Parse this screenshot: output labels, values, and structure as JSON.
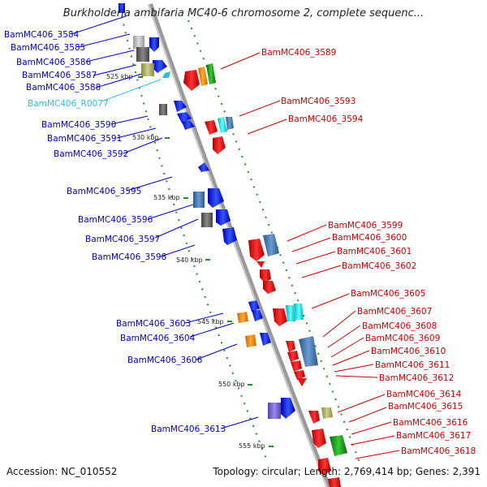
{
  "title": "Burkholderia ambifaria MC40-6 chromosome 2, complete sequenc...",
  "footer": {
    "accession": "Accession: NC_010552",
    "stats": "Topology: circular; Length: 2,769,414 bp; Genes: 2,391"
  },
  "colors": {
    "left_label": "#0000cc",
    "right_label": "#cc0000",
    "rna_label": "#33bbdd",
    "backbone": "#999999",
    "dots": "#2a8a2a"
  },
  "kbp_marks": [
    "525 kbp",
    "530 kbp",
    "535 kbp",
    "540 kbp",
    "545 kbp",
    "550 kbp",
    "555 kbp"
  ],
  "left_labels": [
    "BamMC406_3584",
    "BamMC406_3585",
    "BamMC406_3586",
    "BamMC406_3587",
    "BamMC406_3588",
    "BamMC406_R0077",
    "BamMC406_3590",
    "BamMC406_3591",
    "BamMC406_3592",
    "BamMC406_3595",
    "BamMC406_3596",
    "BamMC406_3597",
    "BamMC406_3598",
    "BamMC406_3603",
    "BamMC406_3604",
    "BamMC406_3606",
    "BamMC406_3613"
  ],
  "right_labels": [
    "BamMC406_3589",
    "BamMC406_3593",
    "BamMC406_3594",
    "BamMC406_3599",
    "BamMC406_3600",
    "BamMC406_3601",
    "BamMC406_3602",
    "BamMC406_3605",
    "BamMC406_3607",
    "BamMC406_3608",
    "BamMC406_3609",
    "BamMC406_3610",
    "BamMC406_3611",
    "BamMC406_3612",
    "BamMC406_3614",
    "BamMC406_3615",
    "BamMC406_3616",
    "BamMC406_3617",
    "BamMC406_3618"
  ]
}
